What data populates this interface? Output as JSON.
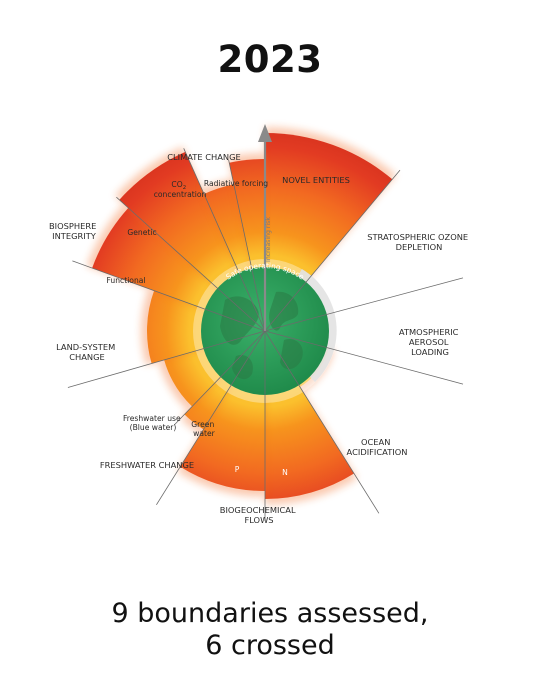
{
  "year": "2023",
  "caption": {
    "line1": "9 boundaries assessed,",
    "line2": "6 crossed"
  },
  "center": {
    "label": "Safe operating space"
  },
  "axis": {
    "label": "Increasing risk"
  },
  "colors": {
    "safe": "#2f9e58",
    "safeDark": "#1f7a43",
    "zoneLow": "#fbd24a",
    "zoneMid": "#f7941d",
    "zoneHigh": "#d8321f",
    "gray": "#d9d9d9"
  },
  "boundaries": [
    {
      "key": "climate",
      "label_lines": [
        "CLIMATE CHANGE"
      ],
      "sub": [
        {
          "key": "co2",
          "label": "CO2 concentration",
          "status": "crossed"
        },
        {
          "key": "radiative",
          "label": "Radiative forcing",
          "status": "high_risk"
        }
      ]
    },
    {
      "key": "novel",
      "label_lines": [
        "NOVEL ENTITIES"
      ],
      "status": "high_risk"
    },
    {
      "key": "ozone",
      "label_lines": [
        "STRATOSPHERIC OZONE",
        "DEPLETION"
      ],
      "status": "safe"
    },
    {
      "key": "aerosol",
      "label_lines": [
        "ATMOSPHERIC",
        "AEROSOL",
        "LOADING"
      ],
      "status": "safe"
    },
    {
      "key": "ocean",
      "label_lines": [
        "OCEAN",
        "ACIDIFICATION"
      ],
      "status": "safe"
    },
    {
      "key": "biogeo",
      "label_lines": [
        "BIOGEOCHEMICAL",
        "FLOWS"
      ],
      "sub": [
        {
          "key": "p",
          "label": "P",
          "status": "high_risk"
        },
        {
          "key": "n",
          "label": "N",
          "status": "high_risk"
        }
      ]
    },
    {
      "key": "freshwater",
      "label_lines": [
        "FRESHWATER CHANGE"
      ],
      "sub": [
        {
          "key": "blue",
          "label": "Freshwater use (Blue water)",
          "status": "crossed"
        },
        {
          "key": "green",
          "label": "Green water",
          "status": "crossed"
        }
      ]
    },
    {
      "key": "land",
      "label_lines": [
        "LAND-SYSTEM",
        "CHANGE"
      ],
      "status": "crossed"
    },
    {
      "key": "biosphere",
      "label_lines": [
        "BIOSPHERE",
        "INTEGRITY"
      ],
      "sub": [
        {
          "key": "genetic",
          "label": "Genetic",
          "status": "high_risk"
        },
        {
          "key": "functional",
          "label": "Functional",
          "status": "high_risk"
        }
      ]
    }
  ]
}
